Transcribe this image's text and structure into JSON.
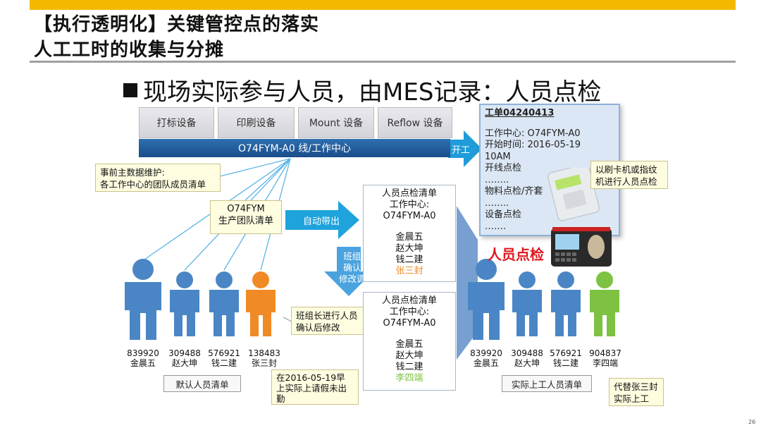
{
  "header": {
    "title_line1": "【执行透明化】关键管控点的落实",
    "title_line2": "人工工时的收集与分摊",
    "headline": "现场实际参与人员，由MES记录：人员点检"
  },
  "equipment": [
    "打标设备",
    "印刷设备",
    "Mount 设备",
    "Reflow 设备"
  ],
  "line_label": "O74FYM-A0 线/工作中心",
  "start_label": "开工",
  "auto_label": "自动带出",
  "leader_adjust": [
    "班组长",
    "确认后",
    "修改调整"
  ],
  "work_order": {
    "title": "工单04240413",
    "lines": [
      "工作中心:   O74FYM-A0",
      "开始时间:   2016-05-19",
      "10AM",
      "开线点检",
      "……..",
      "物料点检/齐套",
      "……..",
      "设备点检",
      "……."
    ]
  },
  "callouts": {
    "master_data": [
      "事前主数据维护:",
      "各工作中心的团队成员清单"
    ],
    "card_reader": [
      "以刷卡机或指纹",
      "机进行人员点检"
    ],
    "leader_confirm": [
      "班组长进行人员",
      "确认后修改"
    ],
    "leave": [
      "在2016-05-19早",
      "上实际上请假未出",
      "勤"
    ],
    "substitute": [
      "代替张三封",
      "实际上工"
    ]
  },
  "team_box": [
    "O74FYM",
    "生产团队清单"
  ],
  "roster_top": {
    "head": [
      "人员点检清单",
      "工作中心:",
      "O74FYM-A0"
    ],
    "names": [
      "金晨五",
      "赵大坤",
      "钱二建",
      "张三封"
    ]
  },
  "roster_bottom": {
    "head": [
      "人员点检清单",
      "工作中心:",
      "O74FYM-A0"
    ],
    "names": [
      "金晨五",
      "赵大坤",
      "钱二建",
      "李四端"
    ]
  },
  "people_left": [
    {
      "id": "839920",
      "name": "金晨五"
    },
    {
      "id": "309488",
      "name": "赵大坤"
    },
    {
      "id": "576921",
      "name": "钱二建"
    },
    {
      "id": "138483",
      "name": "张三封"
    }
  ],
  "people_right": [
    {
      "id": "839920",
      "name": "金晨五"
    },
    {
      "id": "309488",
      "name": "赵大坤"
    },
    {
      "id": "576921",
      "name": "钱二建"
    },
    {
      "id": "904837",
      "name": "李四端"
    }
  ],
  "check_label": "人员点检",
  "default_list": "默认人员清单",
  "actual_list": "实际上工人员清单",
  "page_number": "26",
  "colors": {
    "accent": "#f5b800",
    "blue": "#4a86c5",
    "orange": "#f08a24",
    "green": "#7dc242",
    "teal_arrow": "#1fa3dd"
  }
}
